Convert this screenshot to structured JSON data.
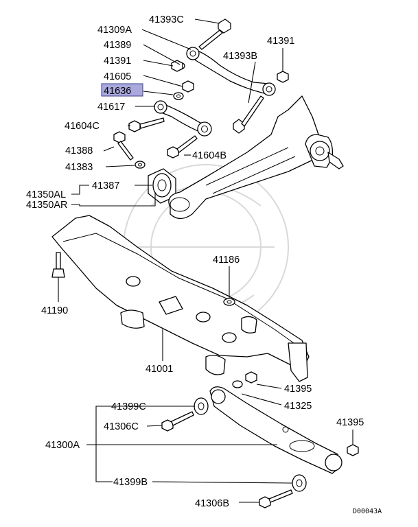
{
  "labels": {
    "p41393c": "41393C",
    "p41309a": "41309A",
    "p41389": "41389",
    "p41391a": "41391",
    "p41391b": "41391",
    "p41393b": "41393B",
    "p41605": "41605",
    "p41636": "41636",
    "p41617": "41617",
    "p41604c": "41604C",
    "p41388": "41388",
    "p41604b": "41604B",
    "p41383": "41383",
    "p41387": "41387",
    "p41350al": "41350AL",
    "p41350ar": "41350AR",
    "p41186": "41186",
    "p41190": "41190",
    "p41001": "41001",
    "p41395a": "41395",
    "p41325": "41325",
    "p41399c": "41399C",
    "p41306c": "41306C",
    "p41395b": "41395",
    "p41300a": "41300A",
    "p41399b": "41399B",
    "p41306b": "41306B"
  },
  "diagram_code": "D00043A",
  "highlight_color": "#a9a9dd"
}
